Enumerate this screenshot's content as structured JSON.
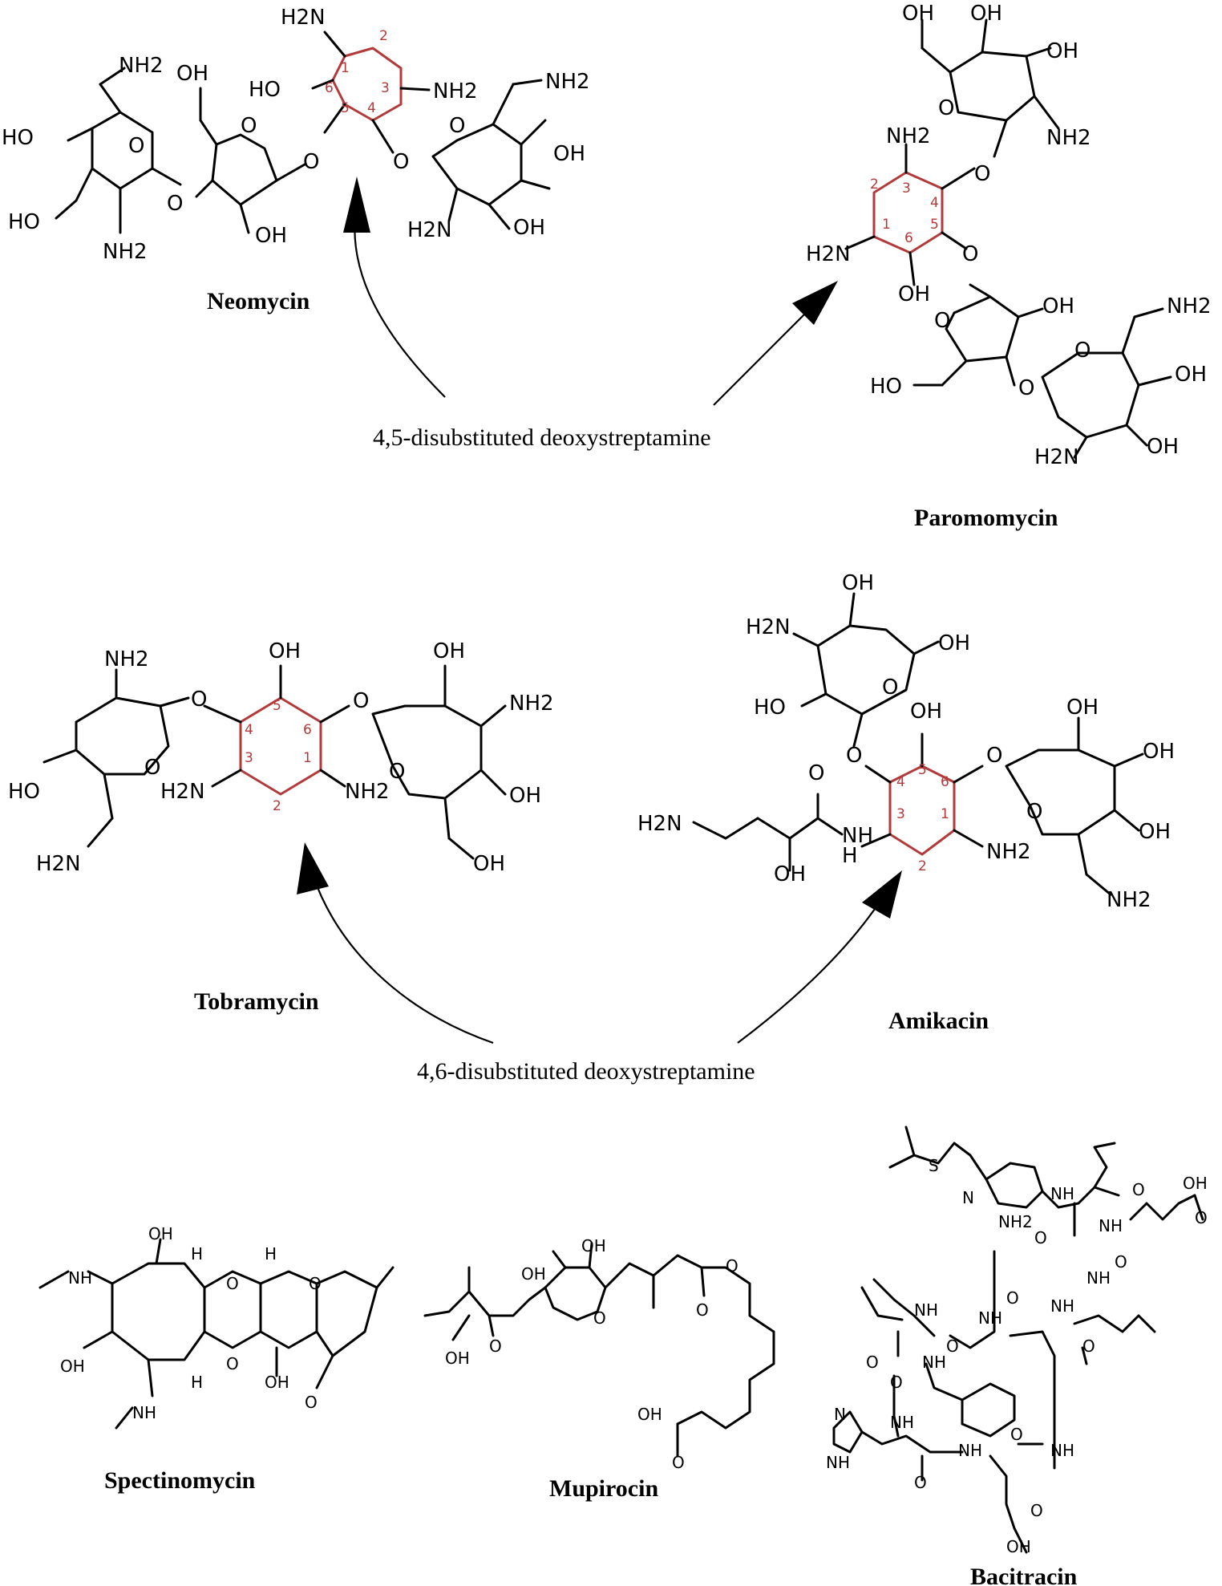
{
  "compounds": {
    "neomycin": "Neomycin",
    "paromomycin": "Paromomycin",
    "tobramycin": "Tobramycin",
    "amikacin": "Amikacin",
    "spectinomycin": "Spectinomycin",
    "mupirocin": "Mupirocin",
    "bacitracin": "Bacitracin"
  },
  "captions": {
    "di45": "4,5-disubstituted deoxystreptamine",
    "di46": "4,6-disubstituted deoxystreptamine"
  },
  "groups": {
    "nh2": "NH2",
    "h2n": "H2N",
    "oh": "OH",
    "ho": "HO",
    "o": "O",
    "nh": "NH",
    "n": "N",
    "s": "S",
    "h": "H",
    "nh2b": "NH2"
  },
  "ring_numbers": [
    "1",
    "2",
    "3",
    "4",
    "5",
    "6"
  ],
  "colors": {
    "ring": "#b23a3a",
    "bonds": "#000000"
  }
}
